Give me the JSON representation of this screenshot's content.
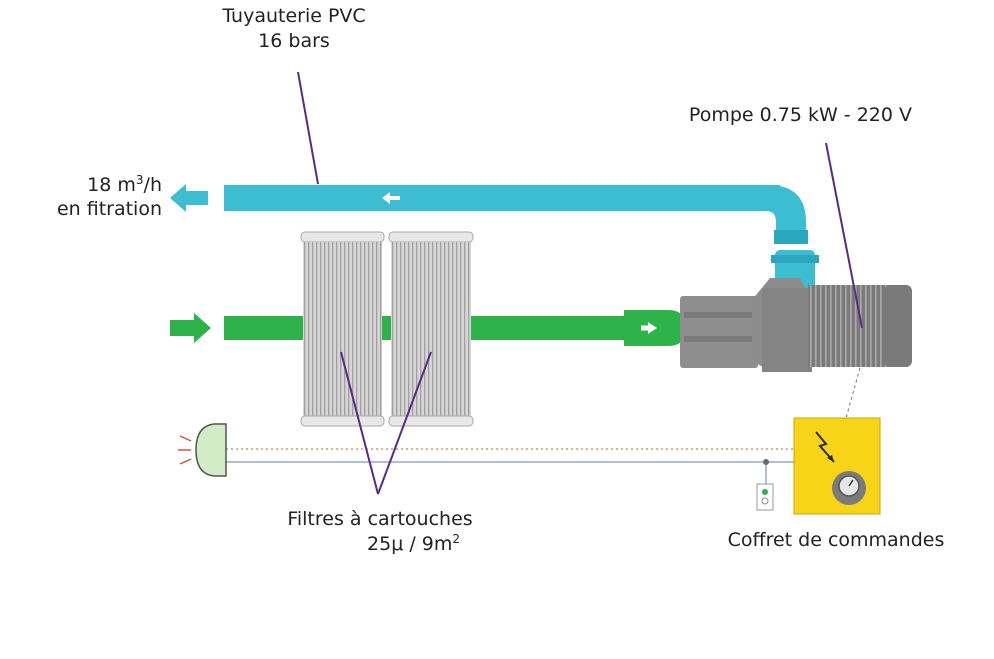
{
  "labels": {
    "pipe_line1": "Tuyauterie PVC",
    "pipe_line2": "16 bars",
    "pump": "Pompe 0.75 kW - 220 V",
    "flow_value": "18 m",
    "flow_sup": "3",
    "flow_unit": "/h",
    "flow_line2": "en fitration",
    "filters_line1": "Filtres à cartouches",
    "filters_line2_a": "25μ / 9m",
    "filters_line2_sup": "2",
    "control_box": "Coffret de commandes"
  },
  "colors": {
    "return_pipe": "#3dbdd2",
    "intake_pipe": "#2eb34a",
    "pump_body": "#8a8a8a",
    "control_box": "#f7d417",
    "filter": "#d4d4d4",
    "leader_line": "#5b2a86"
  },
  "icons": {
    "return_arrow": "arrow-left-icon",
    "intake_arrow": "arrow-right-icon",
    "lightning": "lightning-icon",
    "gauge": "pressure-gauge-icon",
    "lamp": "pool-light-icon",
    "sensor": "level-sensor-icon"
  }
}
